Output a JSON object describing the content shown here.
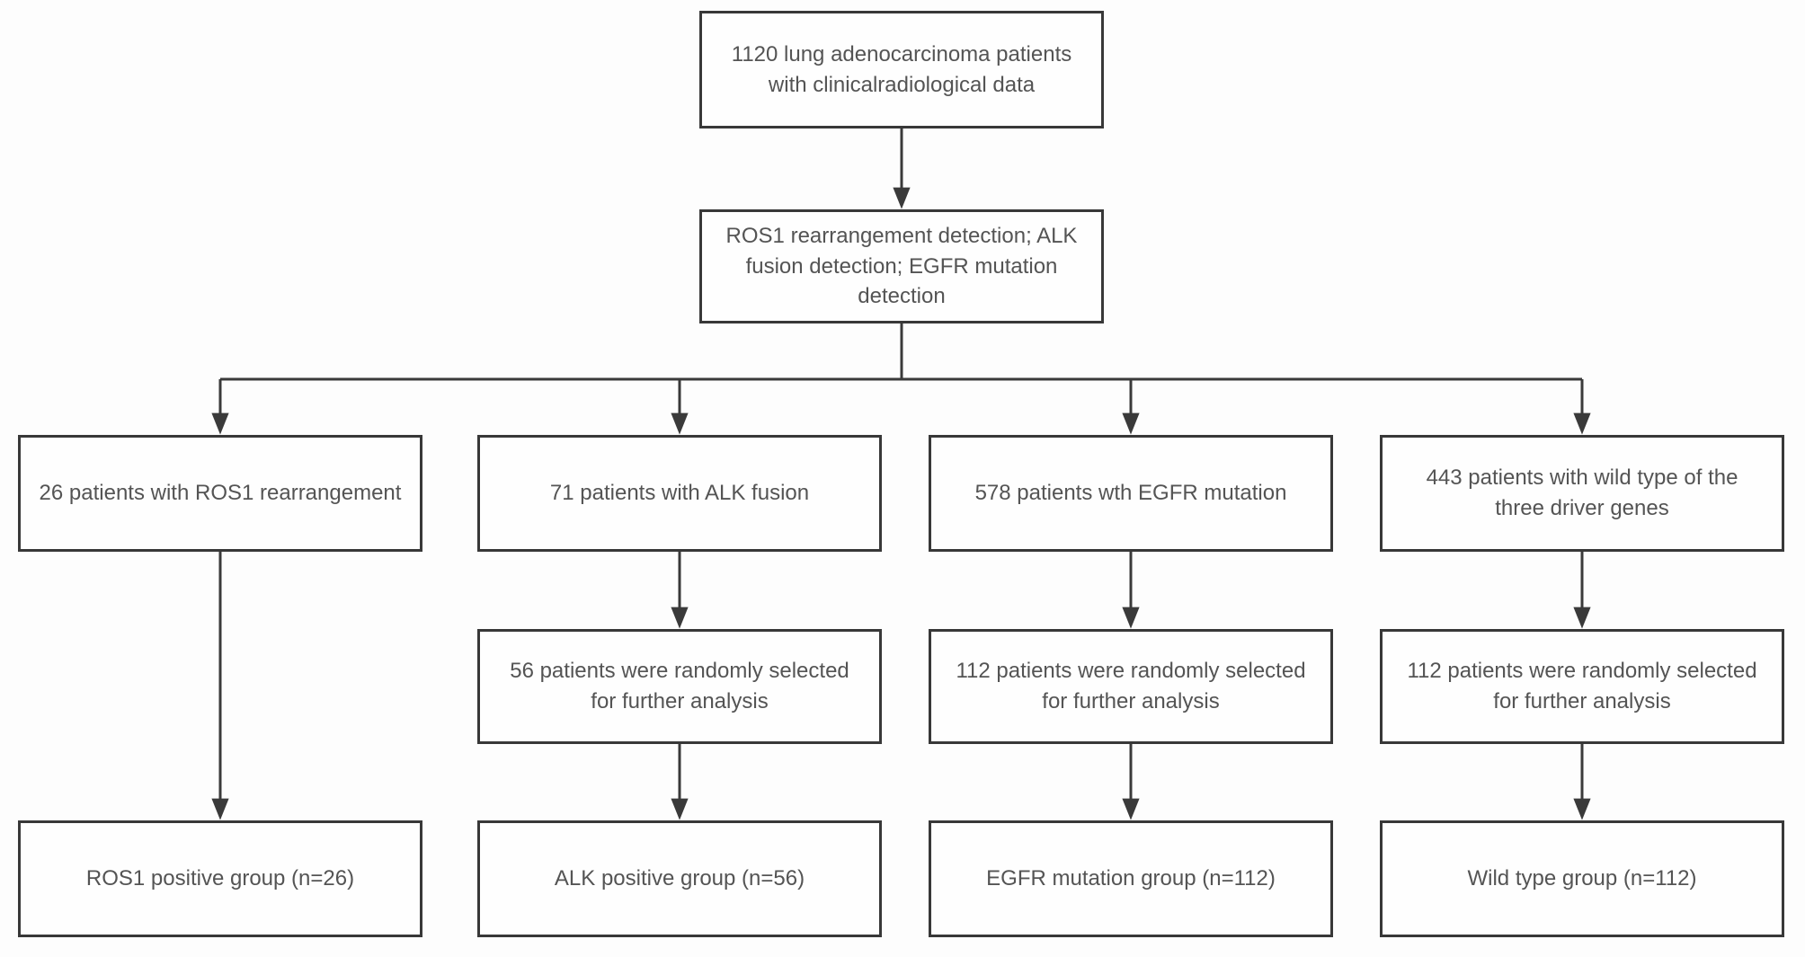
{
  "colors": {
    "background": "#fdfdfd",
    "box_fill": "#fefefe",
    "box_border": "#383838",
    "connector": "#3a3a3a",
    "text": "#545454"
  },
  "flowchart": {
    "nodes": {
      "total": {
        "text": "1120 lung adenocarcinoma patients\nwith clinicalradiological data"
      },
      "detection": {
        "text": "ROS1 rearrangement detection; ALK\nfusion detection; EGFR mutation\ndetection"
      },
      "ros1": {
        "text": "26 patients with ROS1 rearrangement"
      },
      "alk": {
        "text": "71 patients with ALK fusion"
      },
      "egfr": {
        "text": "578 patients wth EGFR mutation"
      },
      "wild": {
        "text": "443 patients with wild type of the\nthree driver genes"
      },
      "alk_selected": {
        "text": "56 patients were randomly selected\nfor further analysis"
      },
      "egfr_selected": {
        "text": "112 patients were randomly selected\nfor further analysis"
      },
      "wild_selected": {
        "text": "112 patients were randomly selected\nfor further analysis"
      },
      "ros1_group": {
        "text": "ROS1 positive group (n=26)"
      },
      "alk_group": {
        "text": "ALK positive group (n=56)"
      },
      "egfr_group": {
        "text": "EGFR mutation group (n=112)"
      },
      "wild_group": {
        "text": "Wild type group (n=112)"
      }
    },
    "edges": [
      {
        "from": "total",
        "to": "detection"
      },
      {
        "from": "detection",
        "to": "ros1"
      },
      {
        "from": "detection",
        "to": "alk"
      },
      {
        "from": "detection",
        "to": "egfr"
      },
      {
        "from": "detection",
        "to": "wild"
      },
      {
        "from": "ros1",
        "to": "ros1_group"
      },
      {
        "from": "alk",
        "to": "alk_selected"
      },
      {
        "from": "alk_selected",
        "to": "alk_group"
      },
      {
        "from": "egfr",
        "to": "egfr_selected"
      },
      {
        "from": "egfr_selected",
        "to": "egfr_group"
      },
      {
        "from": "wild",
        "to": "wild_selected"
      },
      {
        "from": "wild_selected",
        "to": "wild_group"
      }
    ]
  }
}
